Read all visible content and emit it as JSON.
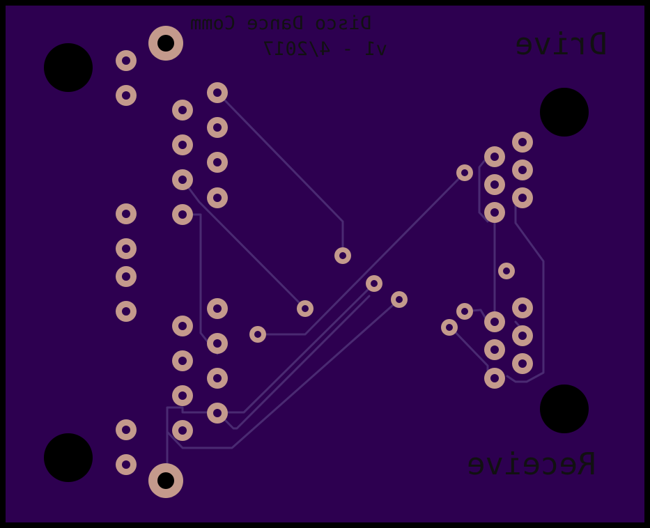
{
  "board": {
    "outline_color": "#000000",
    "solder_mask_color": "#2d0050",
    "trace_color": "#4a2a72",
    "pad_copper_color": "#c49a8c",
    "drill_color": "#2d0050",
    "mounting_hole_color": "#000000",
    "silkscreen_color": "#111111"
  },
  "labels": {
    "project_name": "Disco Dance Comm",
    "version_date": "v1 - 4/2017",
    "drive": "Drive",
    "receive": "Receive"
  }
}
